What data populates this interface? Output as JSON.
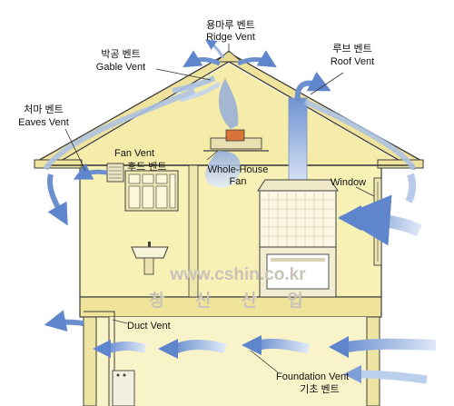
{
  "labels": {
    "ridge_vent_ko": "용마루 벤트",
    "ridge_vent_en": "Ridge Vent",
    "gable_vent_ko": "박공 벤트",
    "gable_vent_en": "Gable Vent",
    "roof_vent_ko": "루브 벤트",
    "roof_vent_en": "Roof Vent",
    "eaves_vent_ko": "처마 벤트",
    "eaves_vent_en": "Eaves Vent",
    "fan_vent_en": "Fan Vent",
    "fan_vent_ko": "후드 벤트",
    "whole_house_fan_1": "Whole-House",
    "whole_house_fan_2": "Fan",
    "window": "Window",
    "duct_vent": "Duct Vent",
    "foundation_vent_en": "Foundation Vent",
    "foundation_vent_ko": "기초 벤트"
  },
  "watermark": {
    "url": "www.cshin.co.kr",
    "company": "창 신 산 업"
  },
  "colors": {
    "wall": "#f7f0b4",
    "attic": "#f4eaa6",
    "roof_line": "#4a4a4a",
    "air_flow": "#7e9fd6",
    "air_flow_light": "#bcd0ee"
  }
}
